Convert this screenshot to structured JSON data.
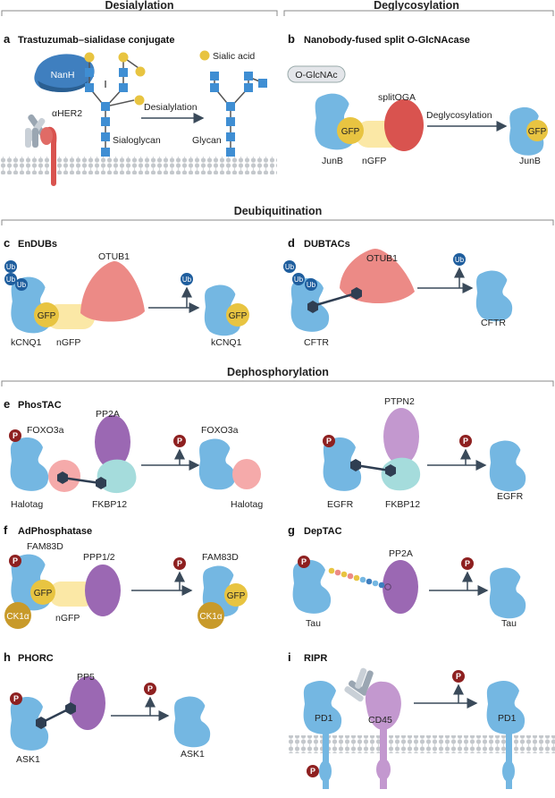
{
  "sections": {
    "desialylation": "Desialylation",
    "deglycosylation": "Deglycosylation",
    "deubiquitination": "Deubiquitination",
    "dephosphorylation": "Dephosphorylation"
  },
  "panels": {
    "a": {
      "letter": "a",
      "title": "Trastuzumab–sialidase conjugate",
      "nanh": "NanH",
      "her2": "αHER2",
      "sialic": "Sialic acid",
      "arrow": "Desialylation",
      "sialoglycan": "Sialoglycan",
      "glycan": "Glycan"
    },
    "b": {
      "letter": "b",
      "title": "Nanobody-fused split O-GlcNAcase",
      "oglcnac": "O-GlcNAc",
      "splitoga": "splitOGA",
      "arrow": "Deglycosylation",
      "gfp": "GFP",
      "junb": "JunB",
      "ngfp": "nGFP",
      "gfp2": "GFP",
      "junb2": "JunB"
    },
    "c": {
      "letter": "c",
      "title": "EnDUBs",
      "ub": "Ub",
      "otub1": "OTUB1",
      "gfp": "GFP",
      "kcnq1": "kCNQ1",
      "ngfp": "nGFP",
      "gfp2": "GFP",
      "kcnq1b": "kCNQ1"
    },
    "d": {
      "letter": "d",
      "title": "DUBTACs",
      "ub": "Ub",
      "otub1": "OTUB1",
      "cftr": "CFTR",
      "cftr2": "CFTR"
    },
    "e": {
      "letter": "e",
      "title": "PhosTAC",
      "p": "P",
      "foxo3a": "FOXO3a",
      "pp2a": "PP2A",
      "halotag": "Halotag",
      "fkbp12": "FKBP12",
      "foxo3a2": "FOXO3a",
      "halotag2": "Halotag",
      "ptpn2": "PTPN2",
      "egfr": "EGFR",
      "fkbp12b": "FKBP12",
      "egfr2": "EGFR"
    },
    "f": {
      "letter": "f",
      "title": "AdPhosphatase",
      "p": "P",
      "fam83d": "FAM83D",
      "ppp12": "PPP1/2",
      "gfp": "GFP",
      "ck1a": "CK1α",
      "ngfp": "nGFP",
      "fam83d2": "FAM83D",
      "gfp2": "GFP",
      "ck1a2": "CK1α"
    },
    "g": {
      "letter": "g",
      "title": "DepTAC",
      "p": "P",
      "pp2a": "PP2A",
      "tau": "Tau",
      "tau2": "Tau"
    },
    "h": {
      "letter": "h",
      "title": "PHORC",
      "p": "P",
      "pp5": "PP5",
      "ask1": "ASK1",
      "ask1b": "ASK1"
    },
    "i": {
      "letter": "i",
      "title": "RIPR",
      "p": "P",
      "pd1": "PD1",
      "cd45": "CD45",
      "pd1b": "PD1"
    }
  },
  "colors": {
    "protein_blue": "#74b7e2",
    "gfp_yellow": "#e8c441",
    "ngfp": "#fbe8a6",
    "splitoga": "#d9534f",
    "otub1": "#ec8a86",
    "pp2a_purple": "#9b68b3",
    "ptpn2": "#c398cf",
    "fkbp12": "#a5dcdc",
    "halotag": "#f5aaaa",
    "ck1a": "#c89a2a",
    "ub_blue": "#1f5e9e",
    "p_red": "#8e2020",
    "sialic": "#e8c441",
    "sugar": "#3f8ed3",
    "linker": "#2f3e52",
    "membrane": "#c9cdd1",
    "arrow": "#3a4a5a"
  }
}
